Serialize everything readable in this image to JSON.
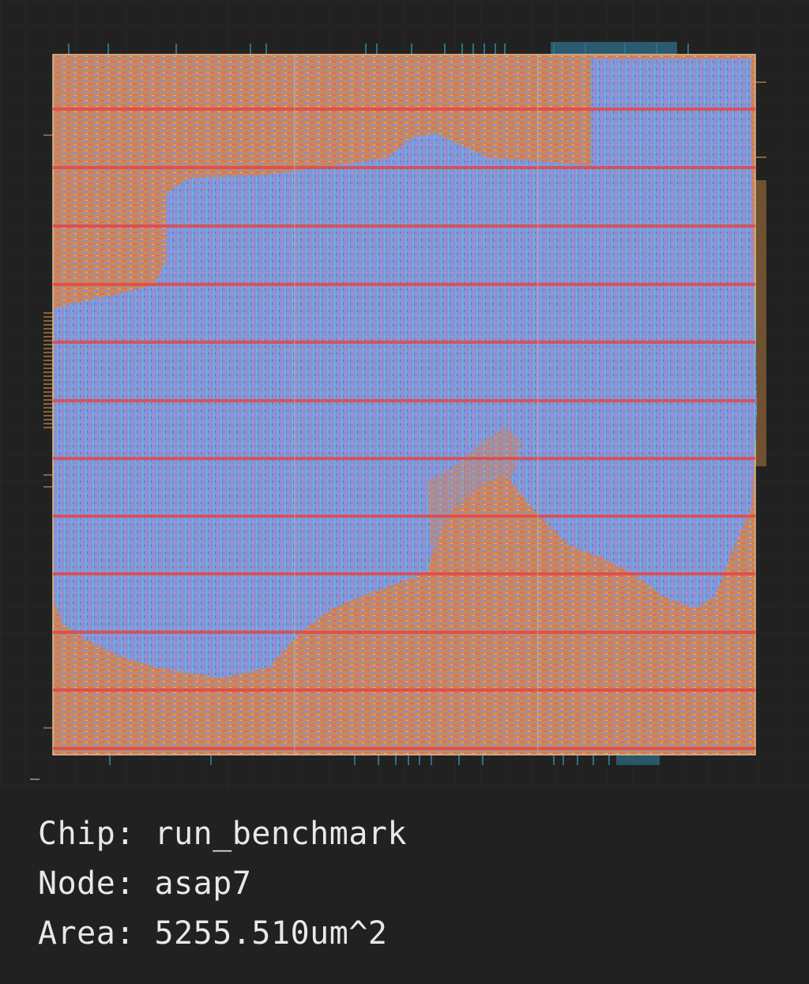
{
  "info": {
    "chip_label": "Chip",
    "chip_value": "run_benchmark",
    "node_label": "Node",
    "node_value": "asap7",
    "area_label": "Area",
    "area_value": "5255.510um^2",
    "separator": ": "
  },
  "scale_bar_text": "",
  "colors": {
    "background": "#212121",
    "die_fill": "#c98a55",
    "std_cell_blue": "#7d95e0",
    "cyan_route": "#66c6e8",
    "power_rail_red": "#e0484a",
    "pin_brown": "#8a6238",
    "pin_teal": "#2f6f88",
    "text": "#e8e8e8"
  }
}
